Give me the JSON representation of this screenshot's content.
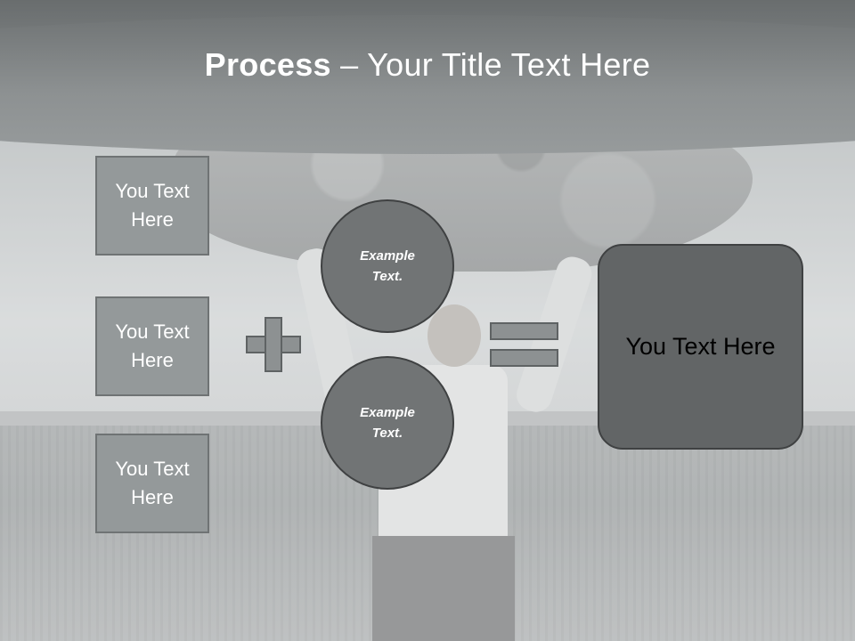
{
  "slide": {
    "title_bold": "Process",
    "title_rest": " – Your Title Text Here",
    "boxes": [
      "You Text Here",
      "You Text Here",
      "You Text Here"
    ],
    "circles": [
      "Example Text.",
      "Example Text."
    ],
    "result": "You Text Here"
  },
  "colors": {
    "header": "#7d8182",
    "box_fill": "#94999a",
    "circle_fill": "#717475",
    "result_fill": "#626566",
    "symbol_fill": "#8d9192"
  },
  "icons": {
    "operator_1": "plus-icon",
    "operator_2": "equals-icon"
  }
}
